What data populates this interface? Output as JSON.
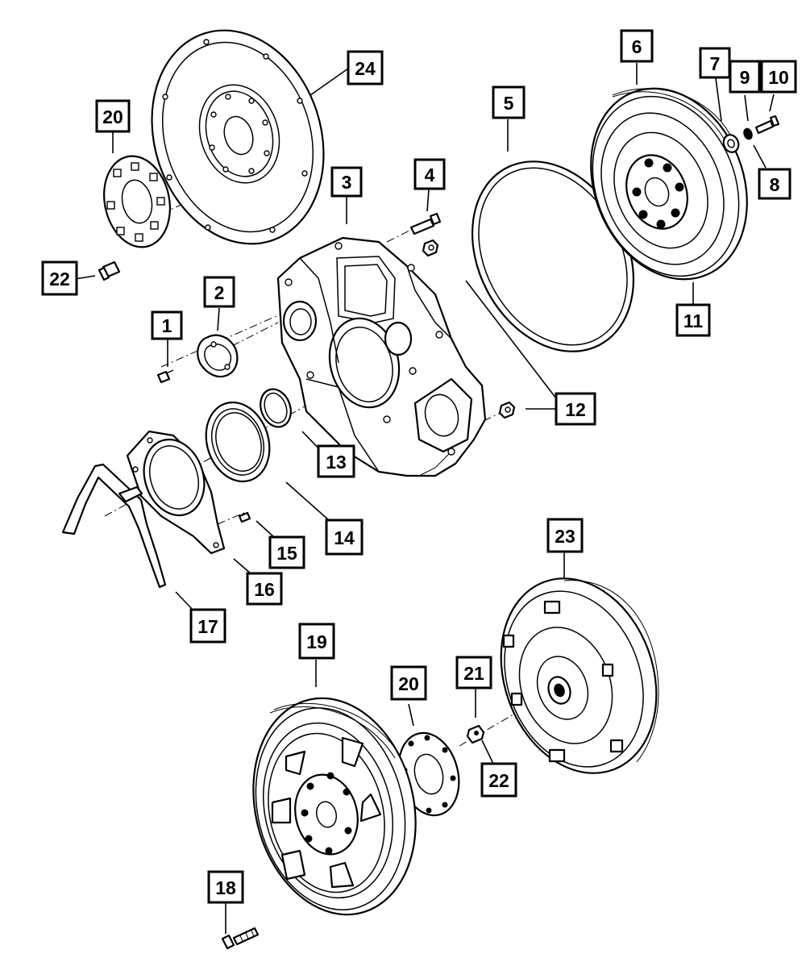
{
  "callouts": {
    "c1": "1",
    "c2": "2",
    "c3": "3",
    "c4": "4",
    "c5": "5",
    "c6": "6",
    "c7": "7",
    "c8": "8",
    "c9": "9",
    "c10": "10",
    "c11": "11",
    "c12": "12",
    "c13": "13",
    "c14": "14",
    "c15": "15",
    "c16": "16",
    "c17": "17",
    "c18": "18",
    "c19": "19",
    "c20a": "20",
    "c20b": "20",
    "c21": "21",
    "c22a": "22",
    "c22b": "22",
    "c23": "23",
    "c24": "24"
  },
  "colors": {
    "line": "#000000",
    "background": "#ffffff"
  }
}
